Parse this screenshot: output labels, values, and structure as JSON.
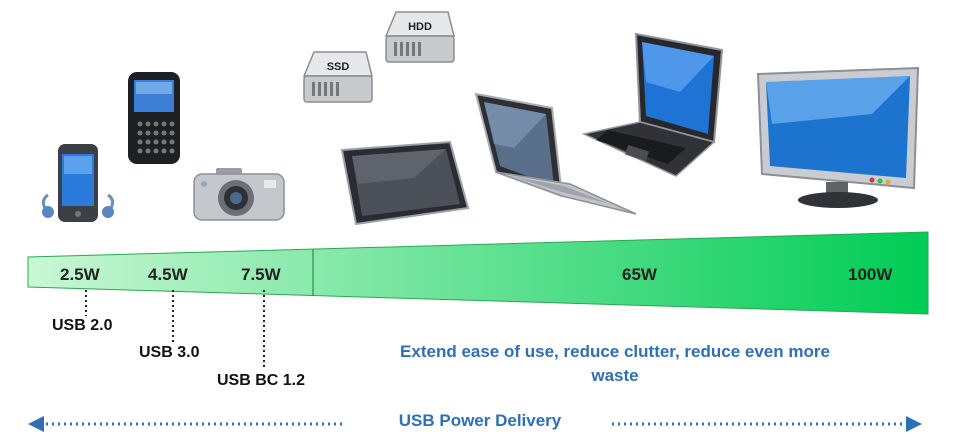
{
  "devices": {
    "ssd_label": "SSD",
    "hdd_label": "HDD"
  },
  "power_bar": {
    "levels": [
      {
        "label": "2.5W"
      },
      {
        "label": "4.5W"
      },
      {
        "label": "7.5W"
      },
      {
        "label": "65W"
      },
      {
        "label": "100W"
      }
    ],
    "gradient_start": "#c9f7d4",
    "gradient_end": "#00cc55"
  },
  "standards": [
    {
      "label": "USB 2.0"
    },
    {
      "label": "USB 3.0"
    },
    {
      "label": "USB BC 1.2"
    }
  ],
  "tagline": "Extend ease of use, reduce clutter, reduce even more waste",
  "footer": {
    "label": "USB Power Delivery",
    "arrow_color": "#2e6fb8"
  }
}
